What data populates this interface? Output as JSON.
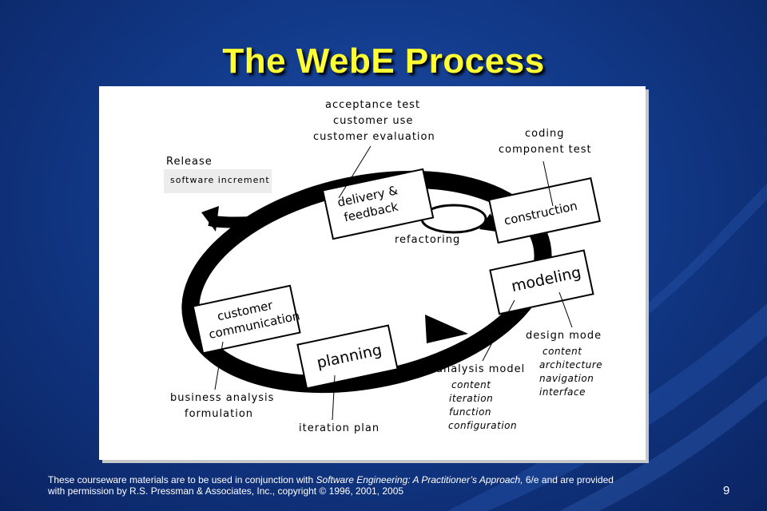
{
  "slide": {
    "title": "The WebE Process",
    "number": "9",
    "footer": {
      "line1_pre": "These courseware materials are to be used in conjunction with ",
      "book_title": "Software Engineering: A Practitioner’s Approach,",
      "line1_post": " 6/e and are provided",
      "line2": "with permission by R.S. Pressman & Associates, Inc., copyright © 1996, 2001, 2005"
    }
  },
  "diagram": {
    "activities": {
      "customer_communication": [
        "customer",
        "communication"
      ],
      "planning": "planning",
      "modeling": "modeling",
      "construction": "construction",
      "delivery": [
        "delivery &",
        "feedback"
      ]
    },
    "release": {
      "label": "Release",
      "increment": "software increment"
    },
    "refactoring": "refactoring",
    "annotations": {
      "delivery": [
        "acceptance test",
        "customer use",
        "customer evaluation"
      ],
      "construction": [
        "coding",
        "component test"
      ],
      "communication": [
        "business analysis",
        "formulation"
      ],
      "planning": "iteration plan",
      "analysis_model": {
        "title": "analysis model",
        "items": [
          "content",
          "iteration",
          "function",
          "configuration"
        ]
      },
      "design_model": {
        "title": "design mode",
        "items": [
          "content",
          "architecture",
          "navigation",
          "interface"
        ]
      }
    }
  }
}
